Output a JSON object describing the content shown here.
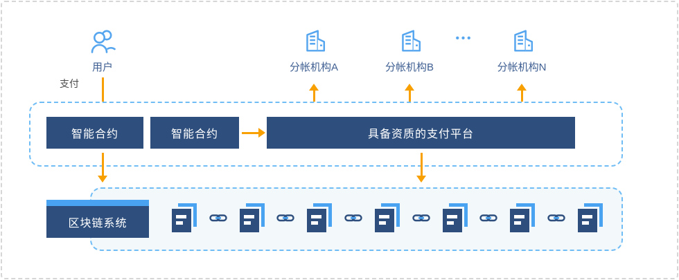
{
  "colors": {
    "navy": "#2e4f7e",
    "icon_blue": "#55a5ef",
    "accent_blue": "#49a3f1",
    "dashed_border_blue": "#70bdf6",
    "arrow_orange": "#f7a000",
    "lower_panel_bg": "#f3f8fb"
  },
  "actors": {
    "user": {
      "label": "用户"
    },
    "payment_label": "支付",
    "institutions": [
      {
        "label": "分帐机构A"
      },
      {
        "label": "分帐机构B"
      },
      {
        "label": "分帐机构N"
      }
    ],
    "ellipsis": "•••"
  },
  "contract_layer": {
    "smart_contract_a": "智能合约",
    "smart_contract_b": "智能合约",
    "payment_platform": "具备资质的支付平台"
  },
  "blockchain_layer": {
    "title": "区块链系统",
    "block_count": 7
  }
}
